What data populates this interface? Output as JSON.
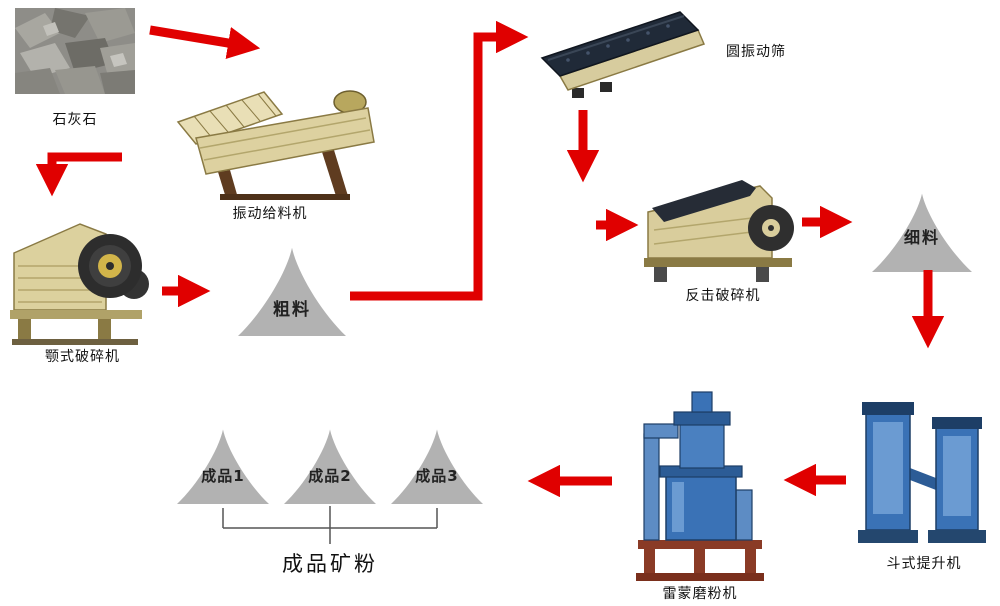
{
  "flow": {
    "limestone": "石灰石",
    "feeder": "振动给料机",
    "jaw_crusher": "颚式破碎机",
    "coarse": "粗料",
    "screen": "圆振动筛",
    "impact_crusher": "反击破碎机",
    "fine": "细料",
    "elevator": "斗式提升机",
    "mill": "雷蒙磨粉机",
    "product1": "成品1",
    "product2": "成品2",
    "product3": "成品3",
    "final_product": "成品矿粉"
  },
  "colors": {
    "arrow": "#e00000",
    "cone_fill": "#b2b2b2",
    "machine_beige": "#dcd19e",
    "machine_dark": "#202a38",
    "machine_blue": "#3a72b6",
    "mill_base_red": "#8a3b26",
    "background": "#ffffff"
  }
}
